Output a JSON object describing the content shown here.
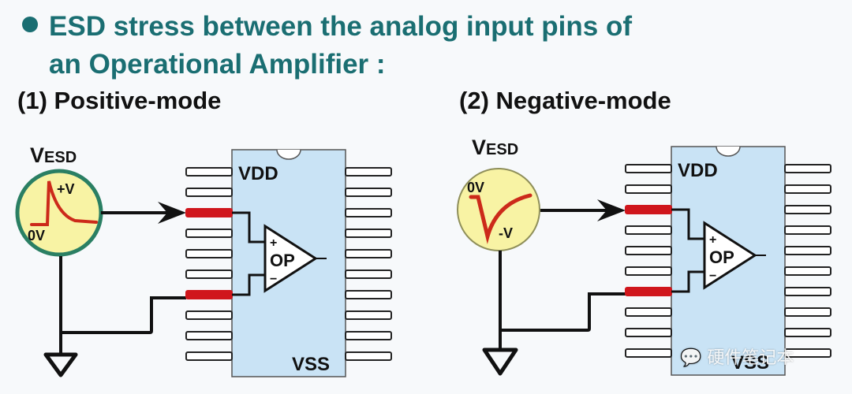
{
  "heading": {
    "line1": "ESD stress between the analog input pins of",
    "line2": "an Operational Amplifier :"
  },
  "modes": [
    {
      "title": "(1) Positive-mode",
      "source_label": "VESD",
      "source_label_main": "V",
      "source_label_sub": "ESD",
      "pulse_peak_label": "+V",
      "baseline_label": "0V"
    },
    {
      "title": "(2) Negative-mode",
      "source_label": "VESD",
      "source_label_main": "V",
      "source_label_sub": "ESD",
      "pulse_peak_label": "-V",
      "baseline_label": "0V"
    }
  ],
  "chip": {
    "vdd_label": "VDD",
    "vss_label": "VSS",
    "opamp_label": "OP",
    "plus_sign": "+",
    "minus_sign": "−",
    "pins_per_side": 10
  },
  "colors": {
    "heading": "#1a6e72",
    "chip_body": "#c9e3f5",
    "stressed_pin": "#d0161c",
    "source_fill": "#f8f3a4",
    "source_ring_positive": "#2a7f63",
    "source_ring_negative": "#8f8f5a",
    "pulse": "#cc2a1a"
  },
  "watermark": {
    "icon": "wechat-icon",
    "text": "硬件笔记本"
  }
}
